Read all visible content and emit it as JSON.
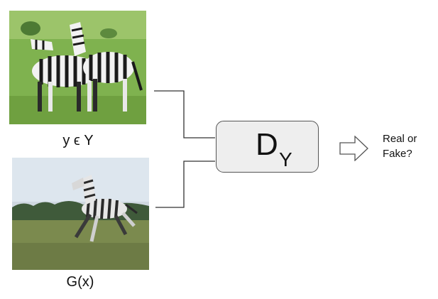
{
  "inputs": {
    "real": {
      "caption": "y ϵ Y",
      "image": "zebra-photo"
    },
    "generated": {
      "caption": "G(x)",
      "image": "generated-zebra-photo"
    }
  },
  "discriminator": {
    "symbol": "D",
    "subscript": "Y"
  },
  "output": {
    "line1": "Real or",
    "line2": "Fake?",
    "icon": "arrow-right-icon"
  },
  "colors": {
    "box_fill": "#eeeeee",
    "box_border": "#555555",
    "line": "#333333"
  }
}
